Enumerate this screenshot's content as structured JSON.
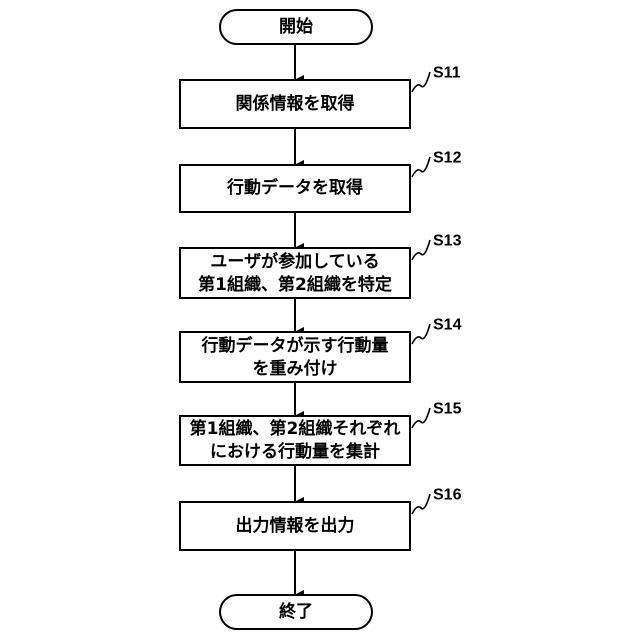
{
  "flowchart": {
    "start": {
      "label": "開始"
    },
    "end": {
      "label": "終了"
    },
    "steps": [
      {
        "id": "S11",
        "lines": [
          "関係情報を取得"
        ]
      },
      {
        "id": "S12",
        "lines": [
          "行動データを取得"
        ]
      },
      {
        "id": "S13",
        "lines": [
          "ユーザが参加している",
          "第1組織、第2組織を特定"
        ]
      },
      {
        "id": "S14",
        "lines": [
          "行動データが示す行動量",
          "を重み付け"
        ]
      },
      {
        "id": "S15",
        "lines": [
          "第1組織、第2組織それぞれ",
          "における行動量を集計"
        ]
      },
      {
        "id": "S16",
        "lines": [
          "出力情報を出力"
        ]
      }
    ]
  },
  "colors": {
    "line": "#000000",
    "background": "#ffffff"
  }
}
